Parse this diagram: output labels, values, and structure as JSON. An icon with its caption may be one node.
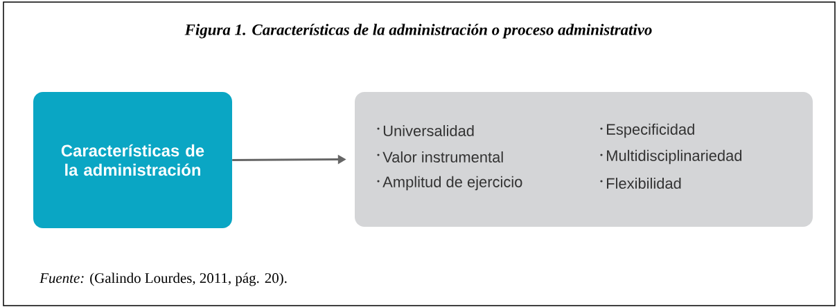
{
  "diagram": {
    "title": "Figura 1. Características de la administración o proceso administrativo",
    "caption": "*Fuente:* (Galindo Lourdes, 2011, pág. 20).",
    "nodes": [
      {
        "text": [
          "Características de la administración"
        ]
      },
      {
        "text": [
          "Universalidad",
          "Valor instrumental",
          "Amplitud de ejercicio",
          "Especificidad",
          "Multidisciplinariedad",
          "Flexibilidad"
        ]
      }
    ],
    "edges": [
      {
        "from": 0,
        "to": 1,
        "arrow": "to"
      }
    ]
  }
}
